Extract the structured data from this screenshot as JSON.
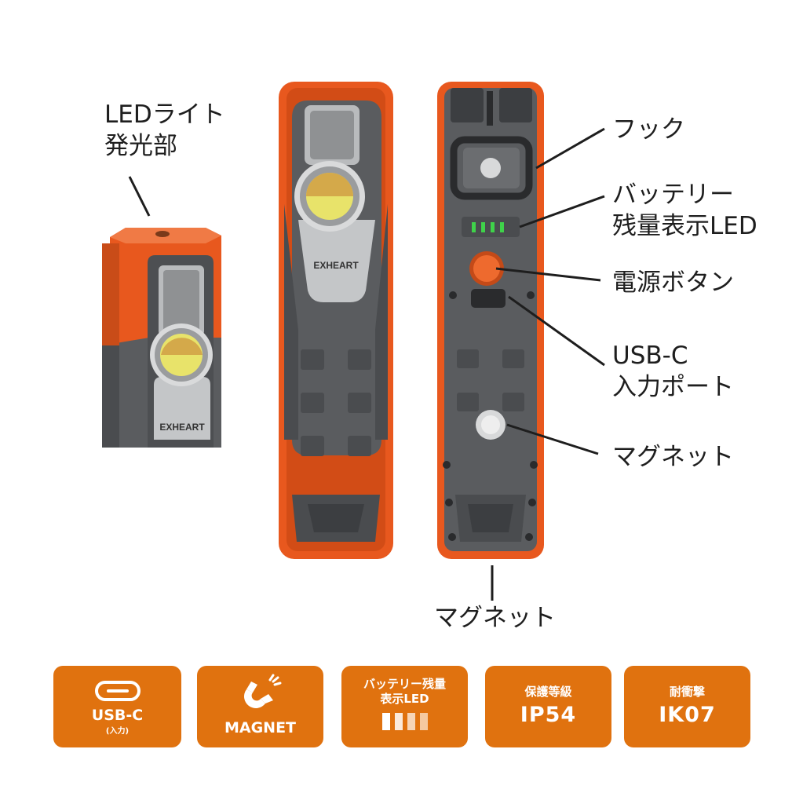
{
  "product": {
    "brand": "EXHEART"
  },
  "labels": {
    "led_light_line1": "LEDライト",
    "led_light_line2": "発光部",
    "hook": "フック",
    "battery_line1": "バッテリー",
    "battery_line2": "残量表示LED",
    "power_button": "電源ボタン",
    "usbc_line1": "USB-C",
    "usbc_line2": "入力ポート",
    "magnet_side": "マグネット",
    "magnet_bottom": "マグネット"
  },
  "badges": {
    "usbc": {
      "title": "USB-C",
      "sub": "(入力)",
      "icon": "usb-c-port-icon"
    },
    "magnet": {
      "title": "MAGNET",
      "icon": "magnet-icon"
    },
    "battery": {
      "line1": "バッテリー残量",
      "line2": "表示LED",
      "icon": "battery-bars-icon"
    },
    "protection": {
      "title": "保護等級",
      "value": "IP54"
    },
    "impact": {
      "title": "耐衝撃",
      "value": "IK07"
    }
  },
  "colors": {
    "badge_bg": "#e0720f",
    "body_orange": "#e8581e",
    "body_gray": "#5a5c5f",
    "led_yellow": "#e8e36a",
    "battery_led_green": "#3fd24a"
  }
}
